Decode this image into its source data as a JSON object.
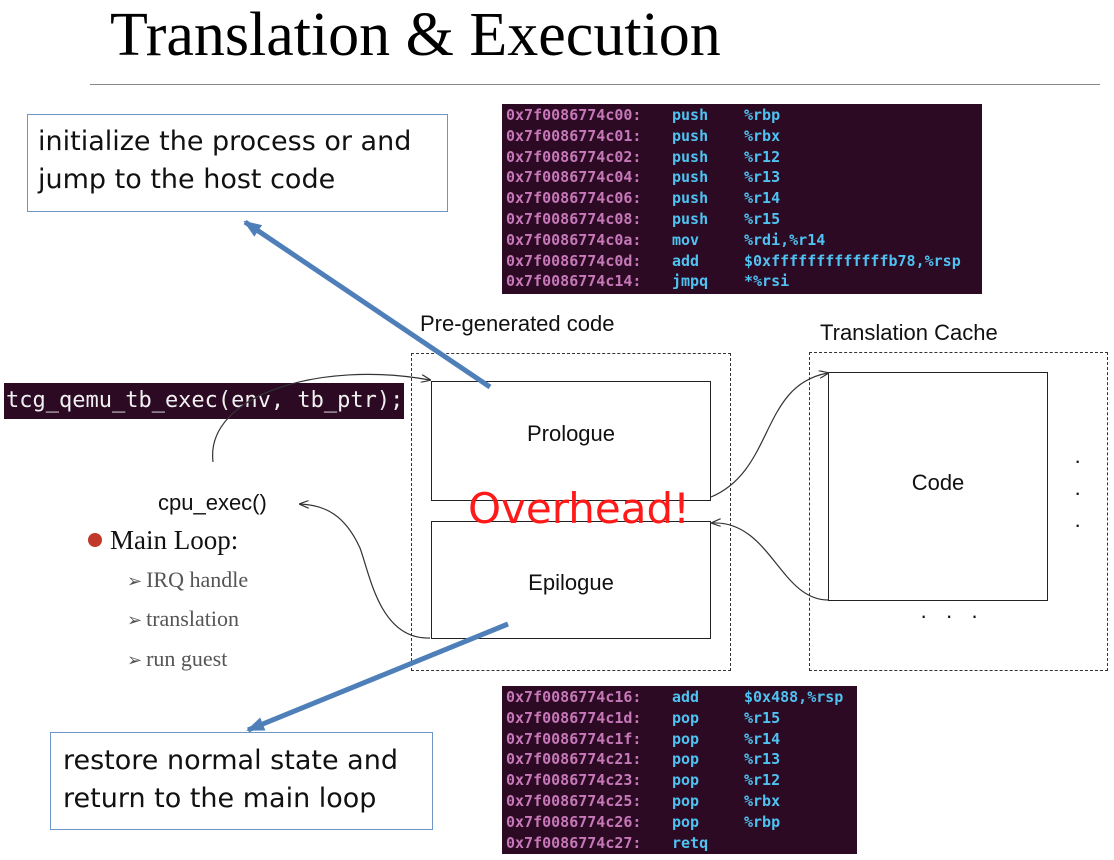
{
  "title": "Translation & Execution",
  "callouts": {
    "top": [
      "initialize the process or and",
      "jump to the host code"
    ],
    "bottom": [
      "restore normal state and",
      "return to the main loop"
    ]
  },
  "asm_top": [
    {
      "addr": "0x7f0086774c00:",
      "op": "push",
      "arg": "%rbp"
    },
    {
      "addr": "0x7f0086774c01:",
      "op": "push",
      "arg": "%rbx"
    },
    {
      "addr": "0x7f0086774c02:",
      "op": "push",
      "arg": "%r12"
    },
    {
      "addr": "0x7f0086774c04:",
      "op": "push",
      "arg": "%r13"
    },
    {
      "addr": "0x7f0086774c06:",
      "op": "push",
      "arg": "%r14"
    },
    {
      "addr": "0x7f0086774c08:",
      "op": "push",
      "arg": "%r15"
    },
    {
      "addr": "0x7f0086774c0a:",
      "op": "mov",
      "arg": "%rdi,%r14"
    },
    {
      "addr": "0x7f0086774c0d:",
      "op": "add",
      "arg": "$0xfffffffffffffb78,%rsp"
    },
    {
      "addr": "0x7f0086774c14:",
      "op": "jmpq",
      "arg": "*%rsi"
    }
  ],
  "asm_bottom": [
    {
      "addr": "0x7f0086774c16:",
      "op": "add",
      "arg": "$0x488,%rsp"
    },
    {
      "addr": "0x7f0086774c1d:",
      "op": "pop",
      "arg": "%r15"
    },
    {
      "addr": "0x7f0086774c1f:",
      "op": "pop",
      "arg": "%r14"
    },
    {
      "addr": "0x7f0086774c21:",
      "op": "pop",
      "arg": "%r13"
    },
    {
      "addr": "0x7f0086774c23:",
      "op": "pop",
      "arg": "%r12"
    },
    {
      "addr": "0x7f0086774c25:",
      "op": "pop",
      "arg": "%rbx"
    },
    {
      "addr": "0x7f0086774c26:",
      "op": "pop",
      "arg": "%rbp"
    },
    {
      "addr": "0x7f0086774c27:",
      "op": "retq",
      "arg": ""
    }
  ],
  "exec_call": "tcg_qemu_tb_exec(env, tb_ptr);",
  "labels": {
    "pregenerated": "Pre-generated code",
    "translation_cache": "Translation Cache",
    "prologue": "Prologue",
    "epilogue": "Epilogue",
    "code": "Code",
    "cpu_exec": "cpu_exec()",
    "overhead": "Overhead!",
    "ellipsis_v": "·",
    "ellipsis_h": "· · ·"
  },
  "main_loop": {
    "heading": "Main Loop:",
    "items": [
      "IRQ handle",
      "translation",
      "run guest"
    ]
  },
  "colors": {
    "callout_border": "#6d95c5",
    "callout_arrow": "#4f7fb9",
    "overhead": "#ff1a1a",
    "terminal_bg": "#2c0a24",
    "terminal_addr": "#c678b8",
    "terminal_op": "#4ec2f0",
    "bullet": "#c0392b"
  },
  "icons": {
    "sub_bullet": "right-arrowhead-icon"
  }
}
